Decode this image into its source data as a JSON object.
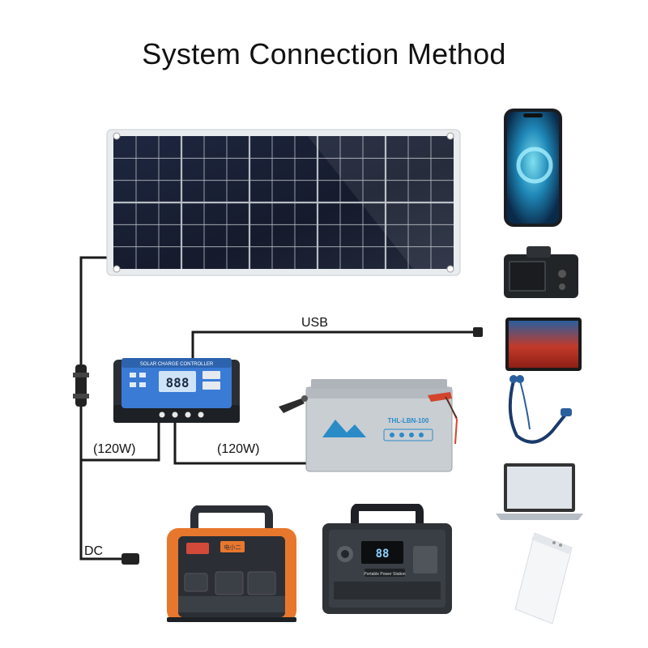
{
  "title": "System Connection Method",
  "labels": {
    "usb": "USB",
    "power_left": "(120W)",
    "power_right": "(120W)",
    "dc": "DC"
  },
  "controller": {
    "header": "SOLAR CHARGE CONTROLLER",
    "display": "888"
  },
  "battery": {
    "model": "THL-LBN-100"
  },
  "power_station_orange": {
    "brand": "电小二"
  },
  "power_station_black": {
    "display": "88",
    "name_plate": "Portable Power Station"
  },
  "devices": [
    "smartphone",
    "camera",
    "tablet",
    "earphones",
    "laptop",
    "power-bank"
  ],
  "colors": {
    "panel": "#1b2236",
    "wire": "#1a1a1a",
    "controller_screen": "#3a7bd5",
    "battery_body": "#c9ced3",
    "battery_accent": "#2a8bc7",
    "orange_station": "#e8772e",
    "clip_red": "#d2452c"
  }
}
